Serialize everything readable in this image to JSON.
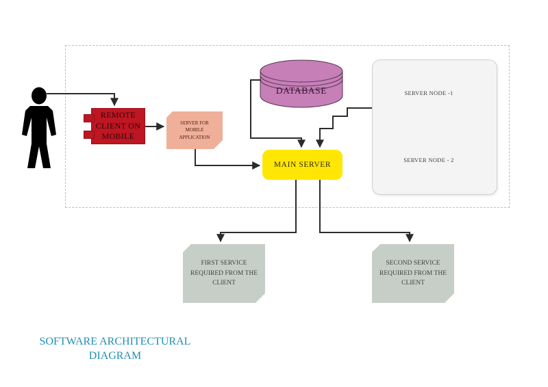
{
  "title": {
    "text": "SOFTWARE ARCHITECTURAL\nDIAGRAM"
  },
  "diagram": {
    "type": "software-architecture-flowchart",
    "boundary": "dashed system boundary enclosing client, servers, database and nodes"
  },
  "nodes": {
    "actor": {
      "icon": "person-silhouette",
      "label": ""
    },
    "remote_client": {
      "shape": "uml-component",
      "label": "REMOTE\nCLIENT ON\nMOBILE"
    },
    "mobile_server": {
      "shape": "snipped-rectangle",
      "label": "SERVER FOR\nMOBILE\nAPPLICATION"
    },
    "database": {
      "shape": "cylinder",
      "label": "DATABASE"
    },
    "main_server": {
      "shape": "rounded-rectangle",
      "label": "MAIN SERVER"
    },
    "server_node_1": {
      "shape": "uml-node-3d",
      "label": "SERVER NODE -1"
    },
    "server_node_2": {
      "shape": "uml-node-3d",
      "label": "SERVER NODE - 2"
    },
    "first_service": {
      "shape": "snipped-rectangle",
      "label": "FIRST SERVICE\nREQUIRED FROM THE\nCLIENT"
    },
    "second_service": {
      "shape": "snipped-rectangle",
      "label": "SECOND SERVICE\nREQUIRED FROM THE\nCLIENT"
    }
  },
  "edges": [
    {
      "from": "actor",
      "to": "remote_client",
      "arrow": true
    },
    {
      "from": "remote_client",
      "to": "mobile_server",
      "arrow": true
    },
    {
      "from": "mobile_server",
      "to": "main_server",
      "arrow": true
    },
    {
      "from": "database",
      "to": "main_server",
      "arrow": true
    },
    {
      "from": "server_nodes_panel",
      "to": "main_server",
      "arrow": true
    },
    {
      "from": "main_server",
      "to": "first_service",
      "arrow": true
    },
    {
      "from": "main_server",
      "to": "second_service",
      "arrow": true
    }
  ],
  "colors": {
    "remote_client_fill": "#BE1622",
    "mobile_server_fill": "#F0AF99",
    "database_fill": "#C77FB8",
    "main_server_fill": "#FFE605",
    "service_fill": "#C6CFC7",
    "node_panel_fill": "#F4F4F4",
    "node_front_fill": "#FFFFFF",
    "connector": "#2B2B2B",
    "title_text": "#1E8FB5",
    "actor_fill": "#000000"
  }
}
